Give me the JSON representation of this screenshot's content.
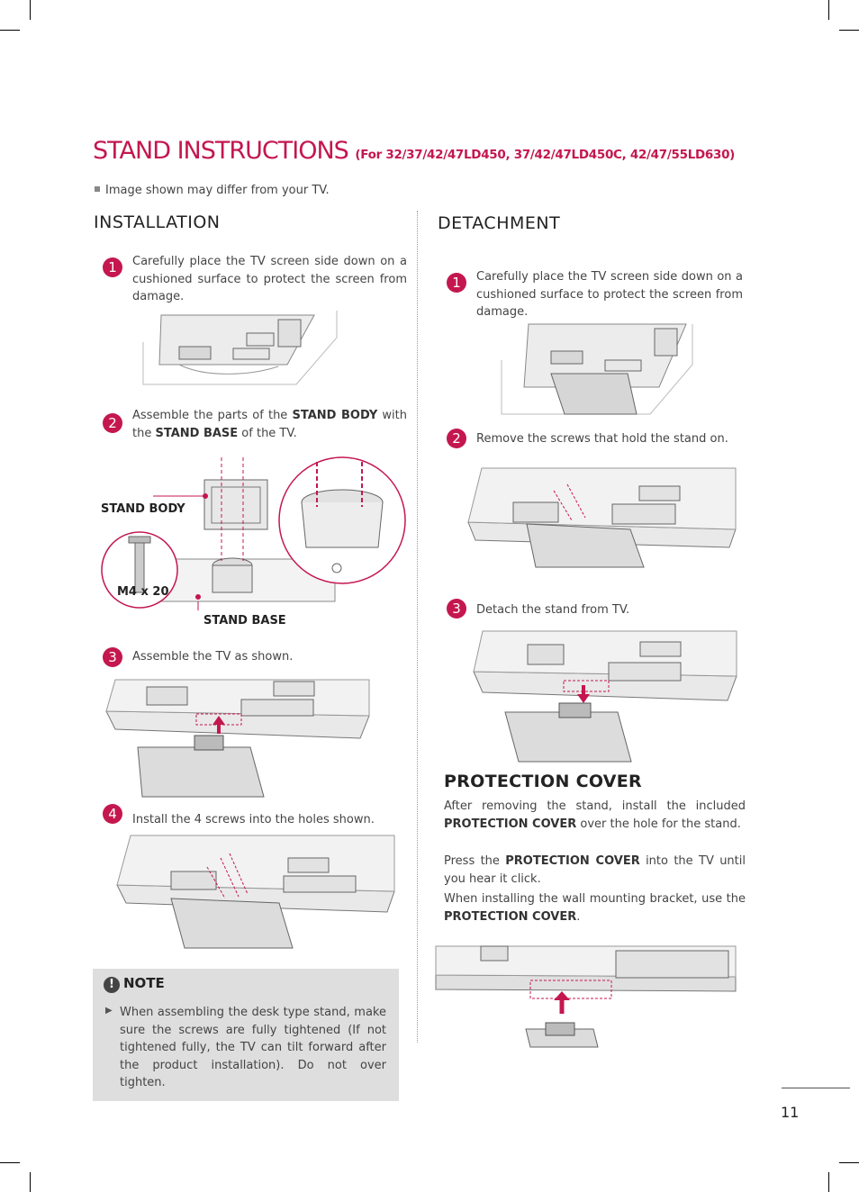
{
  "header": {
    "title": "STAND INSTRUCTIONS",
    "subtitle": "(For 32/37/42/47LD450, 37/42/47LD450C, 42/47/55LD630)",
    "disclaimer": "Image shown may differ from your TV."
  },
  "installation": {
    "heading": "INSTALLATION",
    "steps": [
      {
        "num": "1",
        "text": "Carefully place the TV screen side down on a cushioned surface to protect the screen from damage."
      },
      {
        "num": "2",
        "text_pre": "Assemble the parts of the ",
        "bold1": "STAND BODY",
        "text_mid": " with the ",
        "bold2": "STAND BASE",
        "text_post": " of the TV."
      },
      {
        "num": "3",
        "text": "Assemble the TV as shown."
      },
      {
        "num": "4",
        "text": "Install the 4 screws into the holes shown."
      }
    ],
    "labels": {
      "stand_body": "STAND BODY",
      "stand_base": "STAND BASE",
      "screw": "M4 x 20"
    }
  },
  "note": {
    "title": "NOTE",
    "text": "When assembling the desk type stand, make sure the screws are fully tightened (If not tightened fully, the TV can tilt forward after the product installation). Do not  over tighten."
  },
  "detachment": {
    "heading": "DETACHMENT",
    "steps": [
      {
        "num": "1",
        "text": "Carefully place the TV screen side down on a cushioned surface to protect the screen from damage."
      },
      {
        "num": "2",
        "text": "Remove the screws that hold the stand on."
      },
      {
        "num": "3",
        "text": "Detach the stand from TV."
      }
    ]
  },
  "protection_cover": {
    "heading": "PROTECTION COVER",
    "p1_pre": "After removing the stand, install the included ",
    "p1_bold": "PROTECTION COVER",
    "p1_post": " over the hole for the stand.",
    "p2_pre": "Press the ",
    "p2_bold": "PROTECTION COVER",
    "p2_post": " into the TV until you hear it click.",
    "p3_pre": "When installing the wall mounting bracket, use the ",
    "p3_bold": "PROTECTION COVER",
    "p3_post": "."
  },
  "footer": {
    "page_number": "11"
  },
  "colors": {
    "accent": "#c4174f",
    "note_bg": "#dedede"
  }
}
